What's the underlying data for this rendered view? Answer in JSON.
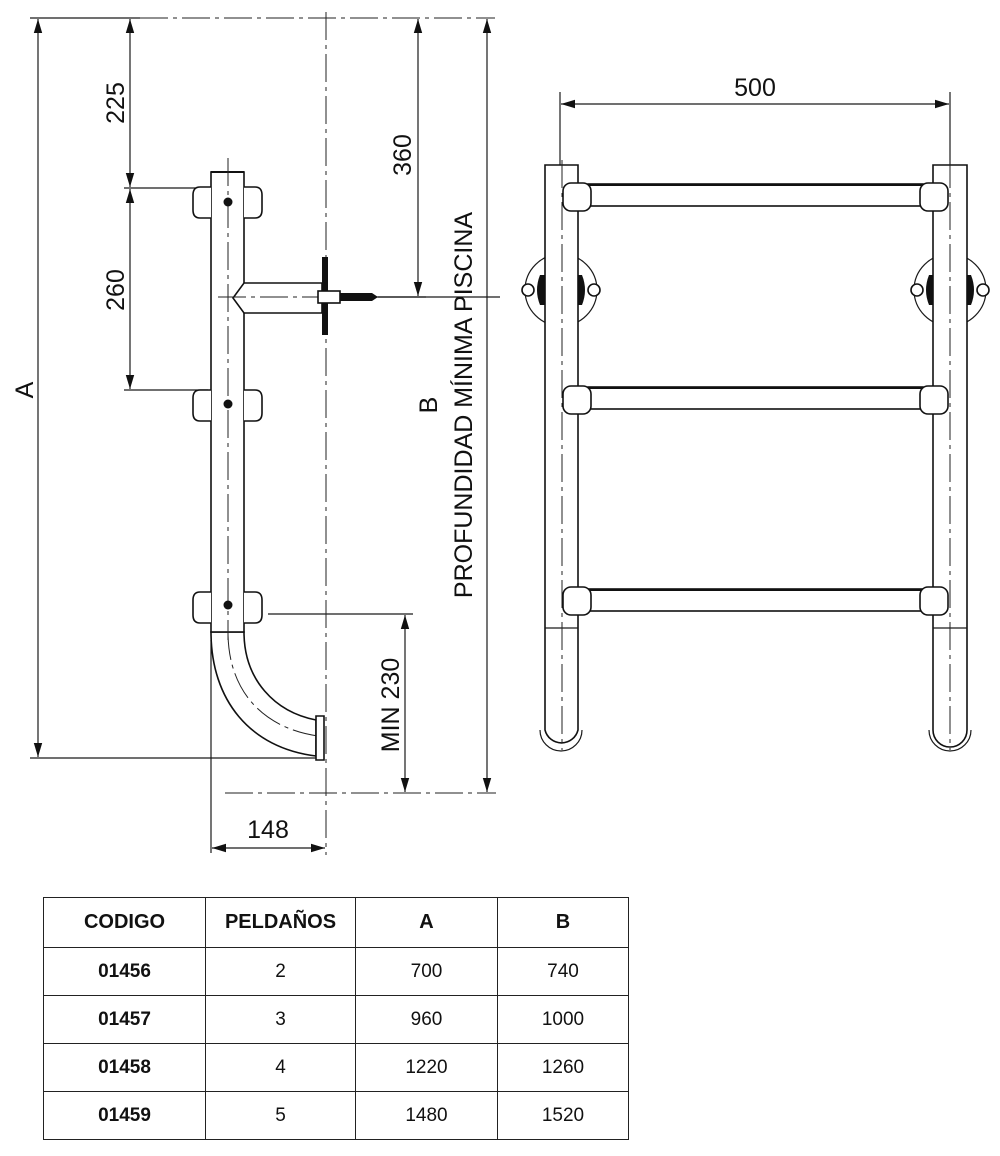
{
  "side_view": {
    "dim_A": "A",
    "dim_225": "225",
    "dim_260": "260",
    "dim_360": "360",
    "dim_B": "B",
    "depth_label": "PROFUNDIDAD MÍNIMA PISCINA",
    "dim_min230": "MIN 230",
    "dim_148": "148"
  },
  "front_view": {
    "dim_500": "500"
  },
  "table": {
    "headers": [
      "CODIGO",
      "PELDAÑOS",
      "A",
      "B"
    ],
    "rows": [
      [
        "01456",
        "2",
        "700",
        "740"
      ],
      [
        "01457",
        "3",
        "960",
        "1000"
      ],
      [
        "01458",
        "4",
        "1220",
        "1260"
      ],
      [
        "01459",
        "5",
        "1480",
        "1520"
      ]
    ]
  }
}
